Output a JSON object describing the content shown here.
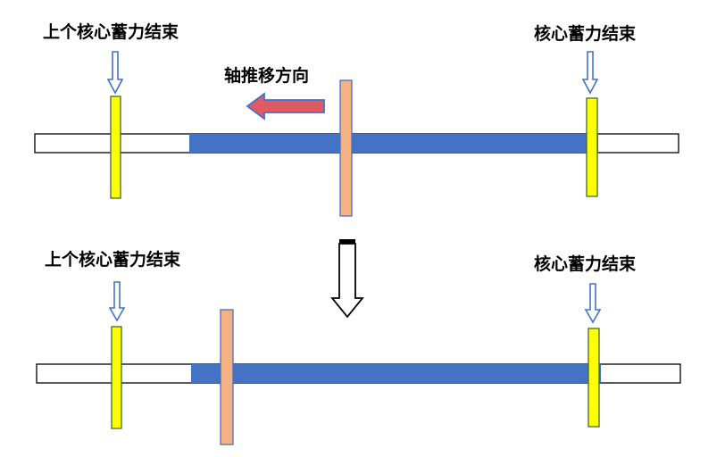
{
  "diagram": {
    "top": {
      "left_marker_label": "上个核心蓄力结束",
      "right_marker_label": "核心蓄力结束",
      "direction_label": "轴推移方向"
    },
    "bottom": {
      "left_marker_label": "上个核心蓄力结束",
      "right_marker_label": "核心蓄力结束"
    }
  },
  "colors": {
    "track_fill": "#ffffff",
    "blue_segment": "#4472c4",
    "yellow_marker": "#ffff00",
    "yellow_marker_border": "#3f6b2f",
    "orange_marker": "#f4b183",
    "orange_marker_border": "#4472c4",
    "blue_arrow": "#4472c4",
    "red_arrow": "#e05a66",
    "black": "#000000"
  }
}
